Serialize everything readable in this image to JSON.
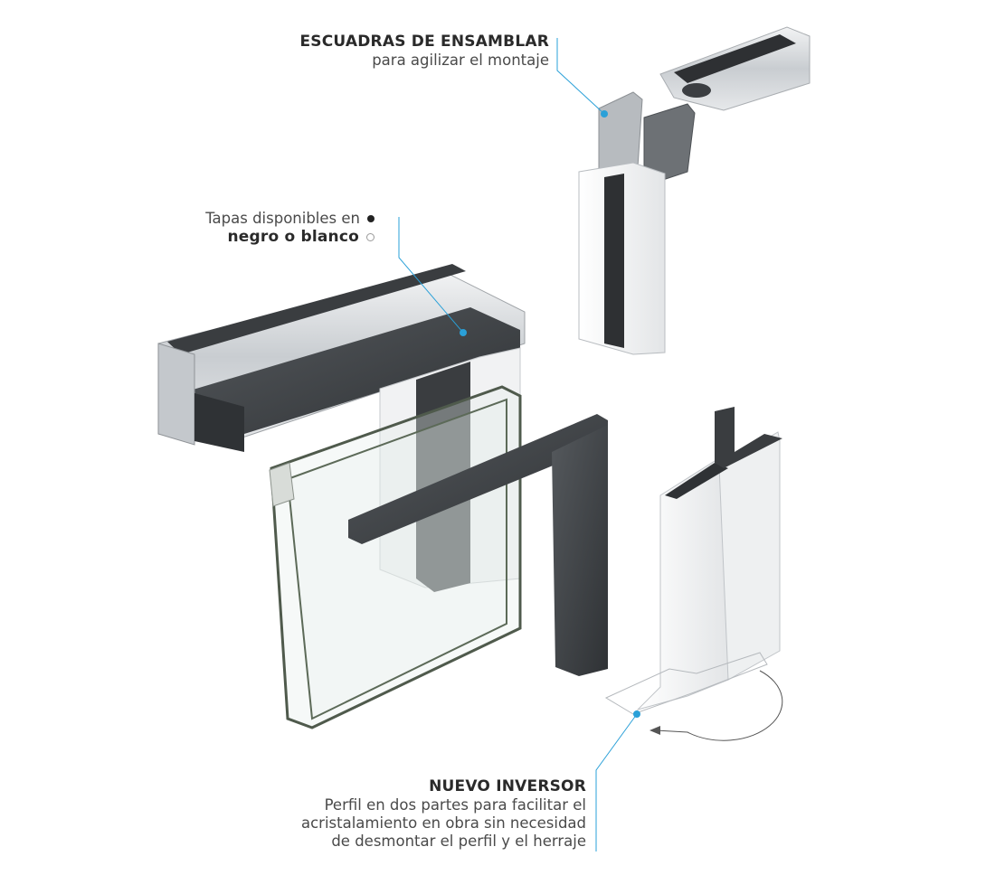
{
  "callouts": {
    "escuadras": {
      "title": "ESCUADRAS DE ENSAMBLAR",
      "text": "para agilizar el montaje"
    },
    "tapas": {
      "line1": "Tapas disponibles en",
      "line2_bold": "negro o blanco",
      "dot1_color": "#222222",
      "dot2_color": "#ffffff"
    },
    "inversor": {
      "title": "NUEVO INVERSOR",
      "lines": [
        "Perfil en dos partes para facilitar el",
        "acristalamiento en obra sin necesidad",
        "de desmontar el perfil y el herraje"
      ]
    }
  },
  "colors": {
    "leader_line": "#2aa0d8",
    "dark_profile": "#3a3d40",
    "aluminium": "#d9dcdf",
    "white_profile": "#f3f4f5",
    "glass_edge": "#4f5a4c"
  }
}
